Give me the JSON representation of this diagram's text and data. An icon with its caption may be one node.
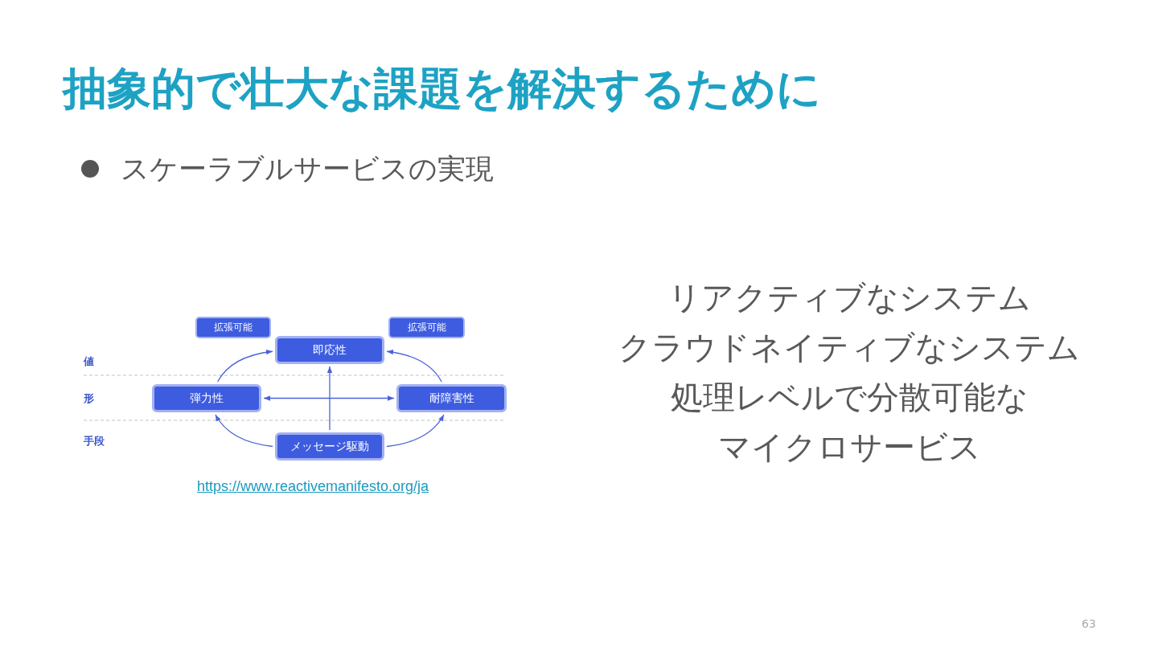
{
  "diagram": {
    "title": "抽象的で壮大な課題を解決するために",
    "nodes": [
      {
        "text": [
          "拡張可能"
        ]
      },
      {
        "text": [
          "拡張可能"
        ]
      },
      {
        "text": [
          "即応性"
        ]
      },
      {
        "text": [
          "弾力性"
        ]
      },
      {
        "text": [
          "耐障害性"
        ]
      },
      {
        "text": [
          "メッセージ駆動"
        ]
      }
    ],
    "edges": [
      {
        "from": 3,
        "to": 2,
        "arrow": "to"
      },
      {
        "from": 4,
        "to": 2,
        "arrow": "to"
      },
      {
        "from": 5,
        "to": 3,
        "arrow": "to"
      },
      {
        "from": 5,
        "to": 4,
        "arrow": "to"
      },
      {
        "from": 5,
        "to": 2,
        "arrow": "to"
      },
      {
        "from": 3,
        "to": 4,
        "arrow": "both"
      }
    ],
    "labels": [
      "スケーラブルサービスの実現",
      "値",
      "形",
      "手段",
      "https://www.reactivemanifesto.org/ja",
      "リアクティブなシステム",
      "クラウドネイティブなシステム",
      "処理レベルで分散可能なマイクロサービス",
      "63"
    ]
  }
}
